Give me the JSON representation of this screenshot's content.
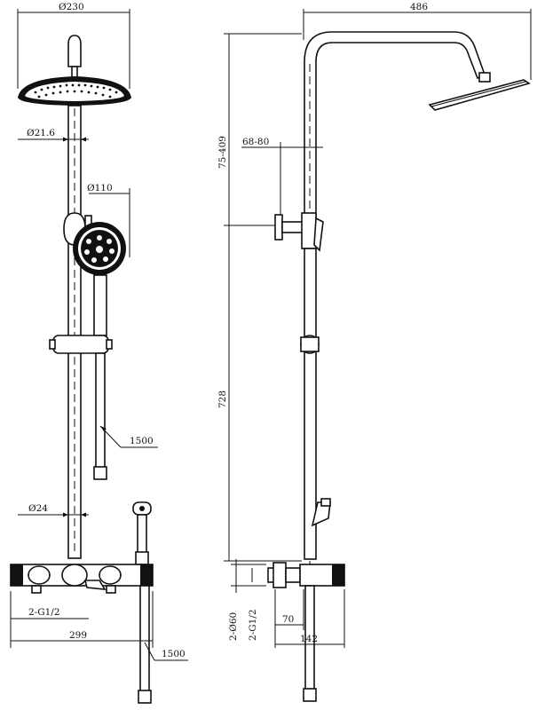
{
  "dimensions": {
    "head_diameter": "Ø230",
    "pipe_diameter": "Ø21.6",
    "handshower_diameter": "Ø110",
    "hose_length_upper": "1500",
    "tube_diameter": "Ø24",
    "inlet_thread_left": "2-G1/2",
    "overall_width": "299",
    "hose_length_lower": "1500",
    "arm_length": "486",
    "adjustable_height": "75-409",
    "wall_offset": "68-80",
    "rail_height": "728",
    "inlet_diameter": "2-Ø60",
    "inlet_thread_side": "2-G1/2",
    "projection": "70",
    "depth": "142"
  }
}
